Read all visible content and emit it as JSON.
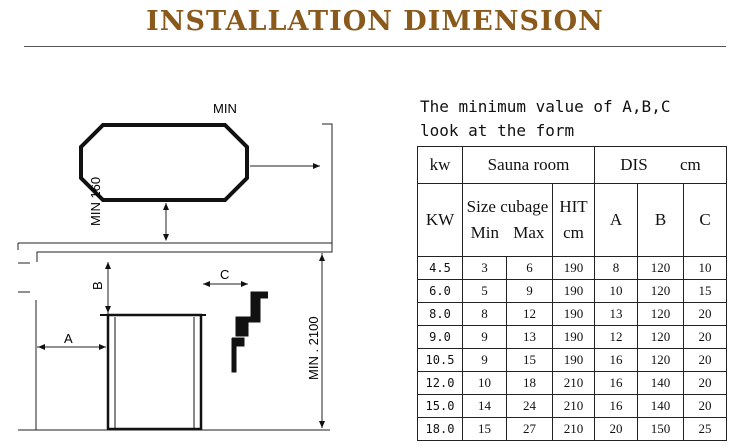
{
  "title": "INSTALLATION DIMENSION",
  "note": {
    "line1": "The minimum value of A,B,C",
    "line2": "look at the form"
  },
  "diagram": {
    "min_top": "MIN",
    "min_160": "MIN 160",
    "label_a": "A",
    "label_b": "B",
    "label_c": "C",
    "min_2100": "MIN . 2100"
  },
  "table": {
    "h_kw": "kw",
    "h_sauna_room": "Sauna room",
    "h_dis": "DIS",
    "h_cm": "cm",
    "h_KW": "KW",
    "h_size_cubage": "Size cubage",
    "h_min": "Min",
    "h_max": "Max",
    "h_hit": "HIT",
    "h_hit_cm": "cm",
    "h_a": "A",
    "h_b": "B",
    "h_c": "C",
    "rows": [
      [
        "4.5",
        "3",
        "6",
        "190",
        "8",
        "120",
        "10"
      ],
      [
        "6.0",
        "5",
        "9",
        "190",
        "10",
        "120",
        "15"
      ],
      [
        "8.0",
        "8",
        "12",
        "190",
        "13",
        "120",
        "20"
      ],
      [
        "9.0",
        "9",
        "13",
        "190",
        "12",
        "120",
        "20"
      ],
      [
        "10.5",
        "9",
        "15",
        "190",
        "16",
        "120",
        "20"
      ],
      [
        "12.0",
        "10",
        "18",
        "210",
        "16",
        "140",
        "20"
      ],
      [
        "15.0",
        "14",
        "24",
        "210",
        "16",
        "140",
        "20"
      ],
      [
        "18.0",
        "15",
        "27",
        "210",
        "20",
        "150",
        "25"
      ]
    ]
  }
}
